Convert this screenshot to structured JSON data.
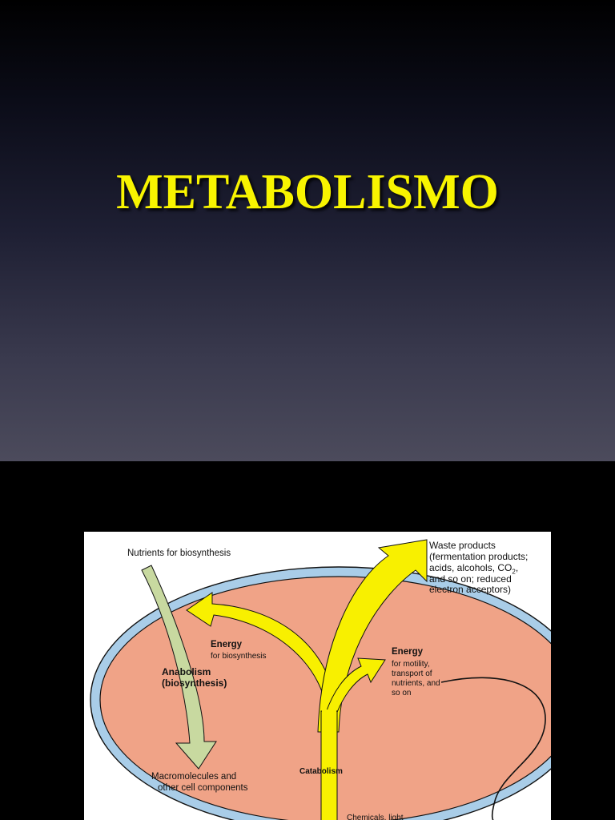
{
  "slide1": {
    "title": "METABOLISMO"
  },
  "diagram": {
    "nutrients_label": "Nutrients for biosynthesis",
    "waste": {
      "line1": "Waste products",
      "line2": "(fermentation products;",
      "line3_prefix": "acids, alcohols, CO",
      "line3_sub": "2",
      "line3_suffix": ",",
      "line4": "and so on; reduced",
      "line5": "electron acceptors)"
    },
    "energy_biosynthesis": {
      "title": "Energy",
      "subtitle": "for biosynthesis"
    },
    "energy_motility": {
      "title": "Energy",
      "line1": "for motility,",
      "line2": "transport of",
      "line3": "nutrients, and",
      "line4": "so on"
    },
    "anabolism": {
      "line1": "Anabolism",
      "line2": "(biosynthesis)"
    },
    "macromolecules": {
      "line1": "Macromolecules and",
      "line2": "other cell components"
    },
    "catabolism_label": "Catabolism",
    "chemicals_label": "Chemicals, light",
    "colors": {
      "cell_wall": "#a9cde8",
      "cytoplasm": "#f0a387",
      "arrow_yellow": "#f8f000",
      "arrow_green": "#c8d9a0"
    }
  }
}
